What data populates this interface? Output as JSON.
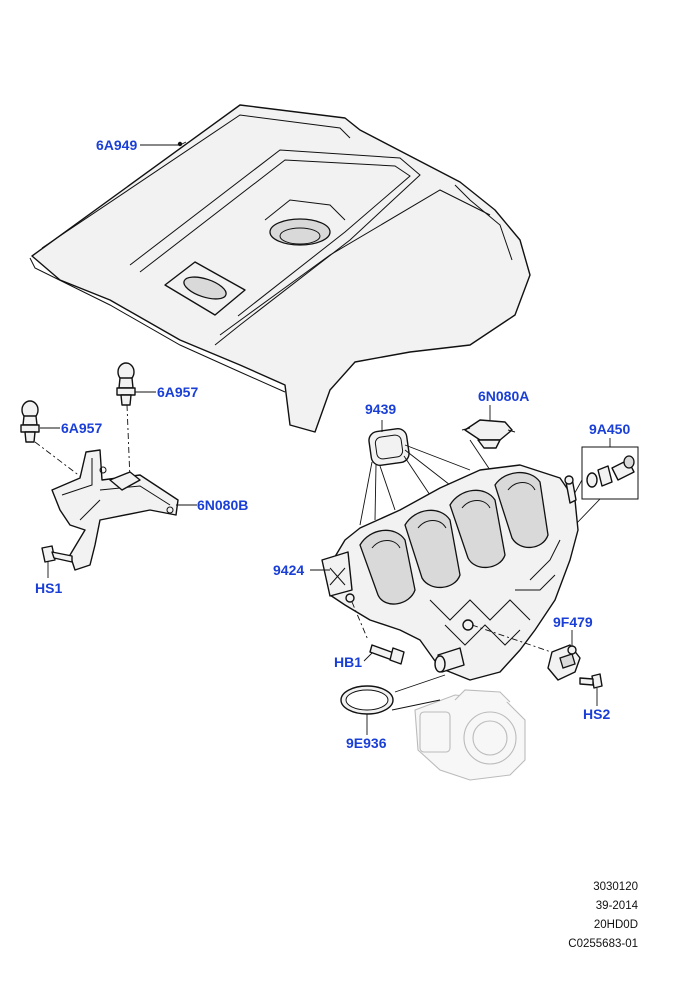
{
  "callouts": {
    "engine_cover": "6A949",
    "ball_stud_right": "6A957",
    "ball_stud_left": "6A957",
    "bracket": "6N080B",
    "bolt_bracket": "HS1",
    "gasket": "9439",
    "clip": "6N080A",
    "valve_kit": "9A450",
    "intake_manifold": "9424",
    "sensor": "9F479",
    "bolt_manifold": "HB1",
    "bolt_sensor": "HS2",
    "oring_seal": "9E936"
  },
  "reference": {
    "line1": "3030120",
    "line2": "39-2014",
    "line3": "20HD0D",
    "line4": "C0255683-01"
  },
  "colors": {
    "callout": "#1a3fd6",
    "outline": "#111111"
  }
}
